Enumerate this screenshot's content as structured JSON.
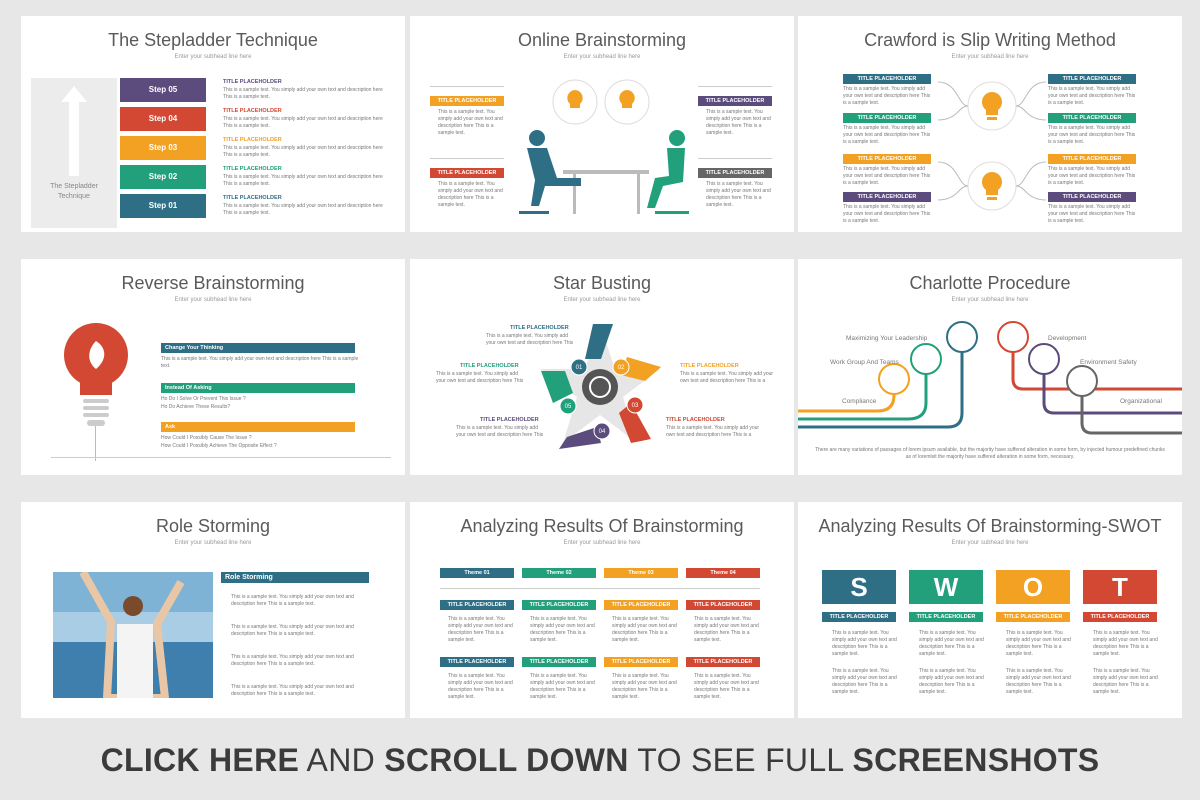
{
  "colors": {
    "teal": "#2f6f86",
    "orange": "#f2a122",
    "red": "#d34833",
    "green": "#22a07c",
    "purple": "#5c4b7d",
    "gray": "#666666"
  },
  "subhead": "Enter your subhead line here",
  "placeholder": "TITLE PLACEHOLDER",
  "sample": "This is a sample text. You simply add your own text and description here This is a sample text.",
  "slides": {
    "stepladder": {
      "title": "The Stepladder Technique",
      "side_label": "The Stepladder Technique",
      "steps": [
        "Step 05",
        "Step 04",
        "Step 03",
        "Step 02",
        "Step 01"
      ]
    },
    "online": {
      "title": "Online Brainstorming"
    },
    "crawford": {
      "title": "Crawford is Slip Writing Method"
    },
    "reverse": {
      "title": "Reverse Brainstorming",
      "h1": "Change Your Thinking",
      "t1": "This is a sample text. You simply add your own text and description here This is a sample text.",
      "h2": "Instead Of Asking",
      "q1": "Ho Do I Solve Or Prevent This Issue ?",
      "q2": "Ho Do Achieve These Results?",
      "h3": "Ask",
      "q3": "How Could I Possibly Cause The Issue ?",
      "q4": "How Could I Possibly Achieve The Opposite Effect ?"
    },
    "star": {
      "title": "Star Busting",
      "nums": [
        "01",
        "02",
        "03",
        "04",
        "05"
      ]
    },
    "charlotte": {
      "title": "Charlotte Procedure",
      "labels": [
        "Maximizing Your Leadership",
        "Work Group And Teams",
        "Compliance",
        "Development",
        "Environment Safety",
        "Organizational"
      ],
      "footnote": "There are many variations of passages of lorem ipsum available, but the majority have suffered alteration in some form, by injected humour predefined chunks as of loremlsit the majority have suffered alteration in some form, necessary."
    },
    "role": {
      "title": "Role Storming",
      "heading": "Role Storming"
    },
    "analyzing": {
      "title": "Analyzing Results Of Brainstorming",
      "themes": [
        "Theme 01",
        "Theme 02",
        "Theme 03",
        "Theme 04"
      ]
    },
    "swot": {
      "title": "Analyzing Results Of Brainstorming-SWOT",
      "letters": [
        "S",
        "W",
        "O",
        "T"
      ]
    }
  },
  "footer": {
    "a": "CLICK HERE",
    "b": " AND ",
    "c": "SCROLL DOWN",
    "d": " TO SEE FULL ",
    "e": "SCREENSHOTS"
  }
}
